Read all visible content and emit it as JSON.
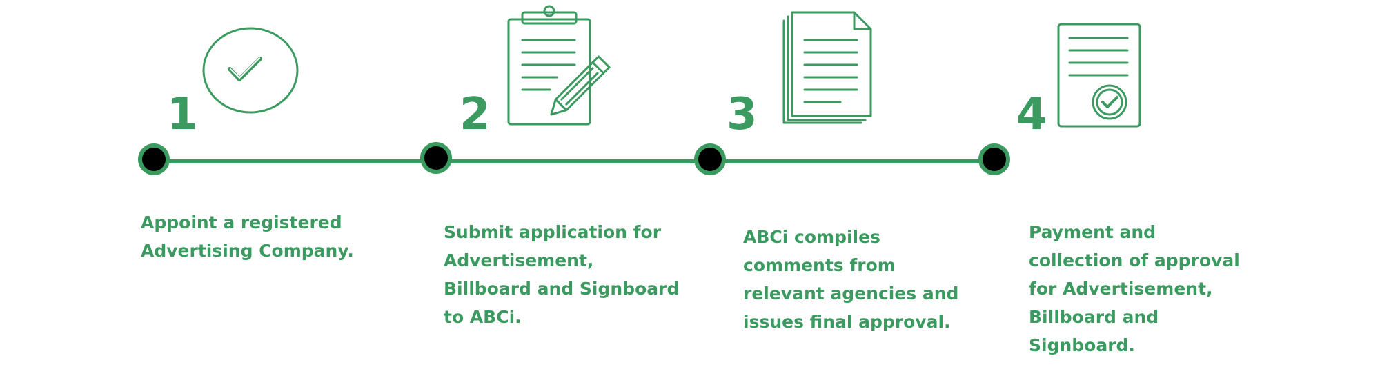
{
  "colors": {
    "accent": "#3a9a5f",
    "node_fill": "#000000",
    "background": "#ffffff"
  },
  "steps": [
    {
      "number": "1",
      "icon": "check-circle-icon",
      "text": "Appoint a registered\nAdvertising Company."
    },
    {
      "number": "2",
      "icon": "clipboard-pencil-icon",
      "text": "Submit application for\nAdvertisement,\nBillboard and Signboard\nto ABCi."
    },
    {
      "number": "3",
      "icon": "document-stack-icon",
      "text": "ABCi compiles\ncomments from\nrelevant agencies and\nissues final approval."
    },
    {
      "number": "4",
      "icon": "approved-document-icon",
      "text": "Payment and\ncollection of approval\nfor Advertisement,\nBillboard and\nSignboard."
    }
  ]
}
